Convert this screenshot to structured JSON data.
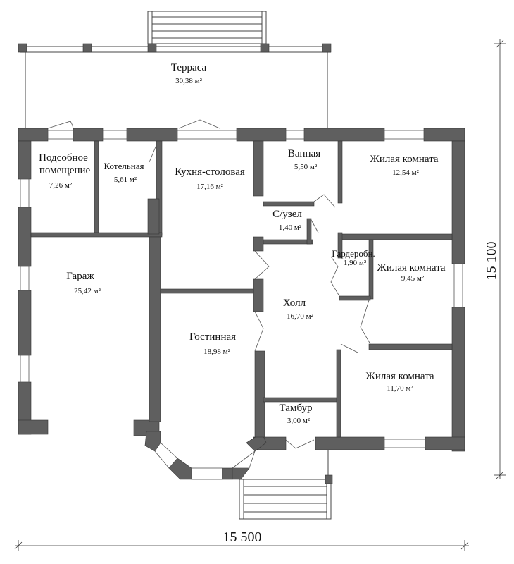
{
  "rooms": [
    {
      "id": "terrace",
      "name": "Терраса",
      "area": "30,38 м²"
    },
    {
      "id": "utility",
      "name": "Подсобное",
      "name2": "помещение",
      "area": "7,26 м²"
    },
    {
      "id": "boiler",
      "name": "Котельная",
      "area": "5,61 м²"
    },
    {
      "id": "kitchen",
      "name": "Кухня-столовая",
      "area": "17,16 м²"
    },
    {
      "id": "bath",
      "name": "Ванная",
      "area": "5,50 м²"
    },
    {
      "id": "bedroom1",
      "name": "Жилая комната",
      "area": "12,54 м²"
    },
    {
      "id": "wc",
      "name": "С/узел",
      "area": "1,40 м²"
    },
    {
      "id": "wardrobe",
      "name": "Гардеробн.",
      "area": "1,90 м²"
    },
    {
      "id": "bedroom2",
      "name": "Жилая комната",
      "area": "9,45 м²"
    },
    {
      "id": "garage",
      "name": "Гараж",
      "area": "25,42 м²"
    },
    {
      "id": "hall",
      "name": "Холл",
      "area": "16,70 м²"
    },
    {
      "id": "living",
      "name": "Гостинная",
      "area": "18,98 м²"
    },
    {
      "id": "bedroom3",
      "name": "Жилая комната",
      "area": "11,70 м²"
    },
    {
      "id": "vestibule",
      "name": "Тамбур",
      "area": "3,00 м²"
    }
  ],
  "dimensions": {
    "width": "15 500",
    "height": "15 100"
  }
}
